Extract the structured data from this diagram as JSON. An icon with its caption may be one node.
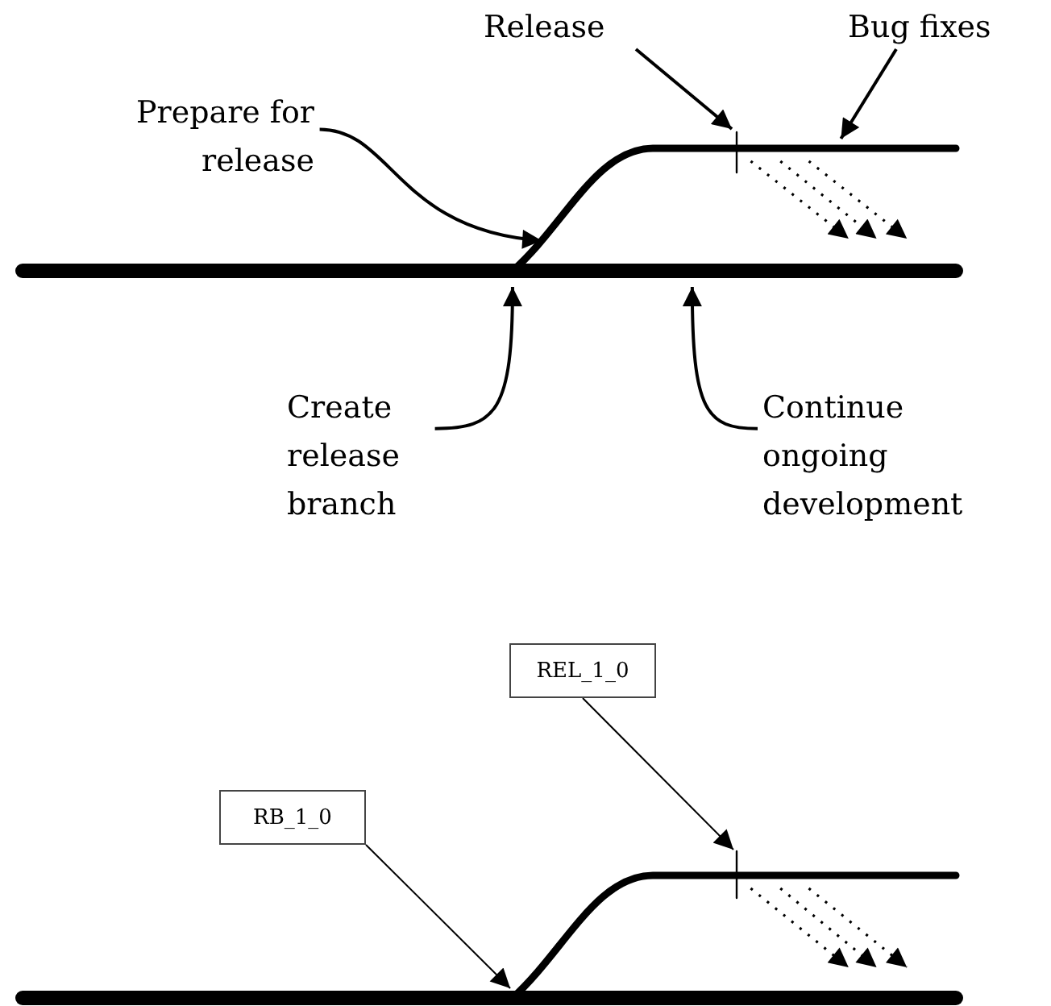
{
  "diagram": {
    "nodes": [
      {
        "text": [
          "Prepare for release"
        ]
      },
      {
        "text": [
          "Release"
        ]
      },
      {
        "text": [
          "Bug fixes"
        ]
      },
      {
        "text": [
          "Create release branch"
        ]
      },
      {
        "text": [
          "Continue ongoing development"
        ]
      },
      {
        "text": [],
        "shape": "line"
      },
      {
        "text": [],
        "shape": "line"
      },
      {
        "text": [],
        "shape": "line"
      },
      {
        "text": [
          "REL_1_0"
        ]
      },
      {
        "text": [
          "RB_1_0"
        ]
      },
      {
        "text": [],
        "shape": "line"
      },
      {
        "text": [],
        "shape": "line"
      },
      {
        "text": [],
        "shape": "line"
      }
    ],
    "edges": [
      {
        "from": 0,
        "to": 6,
        "arrow": "to"
      },
      {
        "from": 1,
        "to": 7,
        "arrow": "to"
      },
      {
        "from": 2,
        "to": 6,
        "arrow": "to"
      },
      {
        "from": 3,
        "to": 5,
        "arrow": "to"
      },
      {
        "from": 4,
        "to": 5,
        "arrow": "to"
      },
      {
        "from": 6,
        "to": 5,
        "arrow": "to",
        "style": "dashed"
      },
      {
        "from": 6,
        "to": 5,
        "arrow": "to",
        "style": "dashed"
      },
      {
        "from": 6,
        "to": 5,
        "arrow": "to",
        "style": "dashed"
      },
      {
        "from": 8,
        "to": 12,
        "arrow": "to"
      },
      {
        "from": 9,
        "to": 10,
        "arrow": "to"
      },
      {
        "from": 11,
        "to": 10,
        "arrow": "to",
        "style": "dashed"
      },
      {
        "from": 11,
        "to": 10,
        "arrow": "to",
        "style": "dashed"
      },
      {
        "from": 11,
        "to": 10,
        "arrow": "to",
        "style": "dashed"
      }
    ]
  }
}
